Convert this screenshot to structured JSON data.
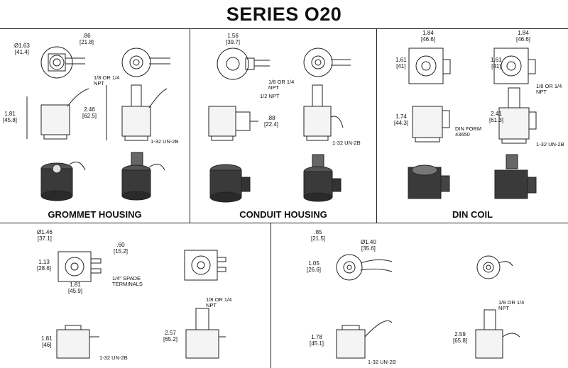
{
  "title": "SERIES O20",
  "grommet": {
    "caption": "GROMMET HOUSING",
    "dia": "Ø1.63\n[41.4]",
    "w": ".86\n[21.8]",
    "h1": "1.81\n[45.8]",
    "h2": "2.46\n[62.5]",
    "npt": "1/8 OR 1/4\nNPT",
    "thread": "1-32 UN-2B"
  },
  "conduit": {
    "caption": "CONDUIT HOUSING",
    "w": "1.56\n[39.7]",
    "npt": "1/8 OR 1/4\nNPT",
    "npt2": "1/2 NPT",
    "d": ".88\n[22.4]",
    "thread": "1-32 UN-2B"
  },
  "din": {
    "caption": "DIN COIL",
    "w1": "1.84\n[46.6]",
    "w2": "1.84\n[46.6]",
    "h1": "1.61\n[41]",
    "h2": "1.61\n[41]",
    "h3": "1.74\n[44.3]",
    "h4": "2.41\n[61.3]",
    "npt": "1/8 OR 1/4\nNPT",
    "form": "DIN FORM\n43650",
    "thread": "1-32 UN-2B"
  },
  "spade": {
    "dia": "Ø1.46\n[37.1]",
    "w": ".60\n[15.2]",
    "h": "1.13\n[28.6]",
    "w2": "1.81\n[45.9]",
    "term": "1/4\" SPADE\nTERMINALS",
    "h2": "1.81\n[46]",
    "h3": "2.57\n[65.2]",
    "npt": "1/8 OR 1/4\nNPT",
    "thread": "1-32 UN-2B"
  },
  "leads": {
    "w": ".85\n[21.5]",
    "dia": "Ø1.40\n[35.6]",
    "h": "1.05\n[26.6]",
    "h2": "1.78\n[45.1]",
    "h3": "2.59\n[65.8]",
    "npt": "1/8 OR 1/4\nNPT",
    "thread": "1-32 UN-2B"
  }
}
